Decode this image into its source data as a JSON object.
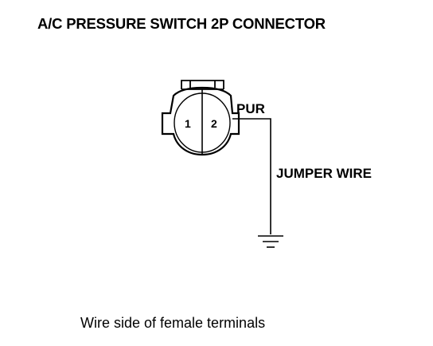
{
  "title": "A/C PRESSURE SWITCH 2P CONNECTOR",
  "connector": {
    "pins": [
      {
        "number": "1"
      },
      {
        "number": "2"
      }
    ],
    "wire_color_label": "PUR"
  },
  "jumper_label": "JUMPER WIRE",
  "ground_symbol": "ground-symbol",
  "caption": "Wire side of female terminals"
}
